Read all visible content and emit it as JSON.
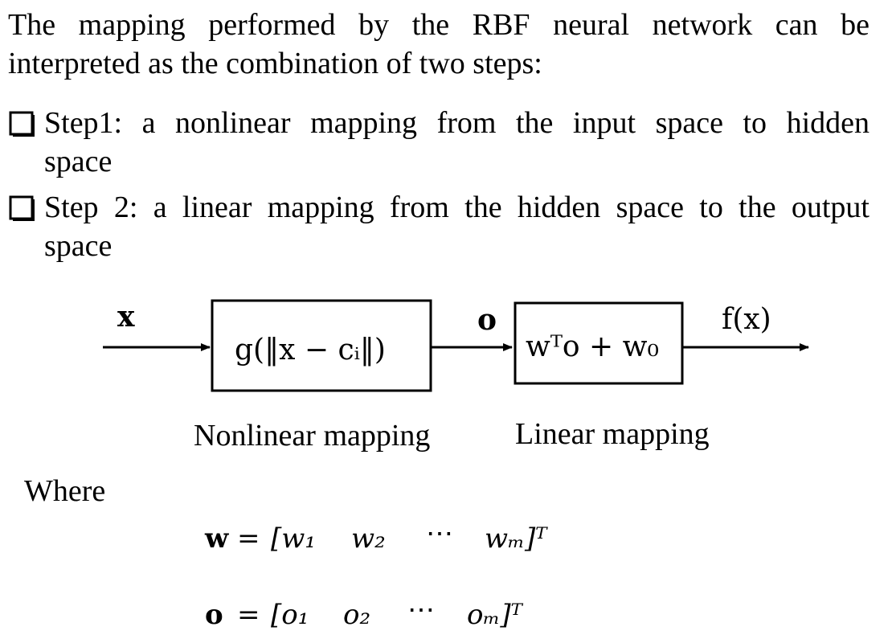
{
  "intro": {
    "line1": "The mapping performed by the RBF neural network can be",
    "line2": "interpreted as the combination of two steps:"
  },
  "steps": [
    {
      "line1": "Step1: a nonlinear mapping from the input space to hidden",
      "line2": "space"
    },
    {
      "line1": "Step 2: a linear mapping from the hidden space to the output",
      "line2": "space"
    }
  ],
  "diagram": {
    "input_label": "x",
    "box1_text": "g(‖x − cᵢ‖)",
    "mid_label": "o",
    "box2_text": "wᵀo + w₀",
    "output_label": "f(x)",
    "caption_nonlinear": "Nonlinear mapping",
    "caption_linear": "Linear mapping"
  },
  "where_label": "Where",
  "equations": {
    "w": {
      "lhs": "w",
      "eq": "=",
      "elems": [
        "[w₁",
        "w₂",
        "⋯",
        "wₘ]ᵀ"
      ]
    },
    "o": {
      "lhs": "o",
      "eq": "=",
      "elems": [
        "[o₁",
        "o₂",
        "⋯",
        "oₘ]ᵀ"
      ]
    }
  }
}
